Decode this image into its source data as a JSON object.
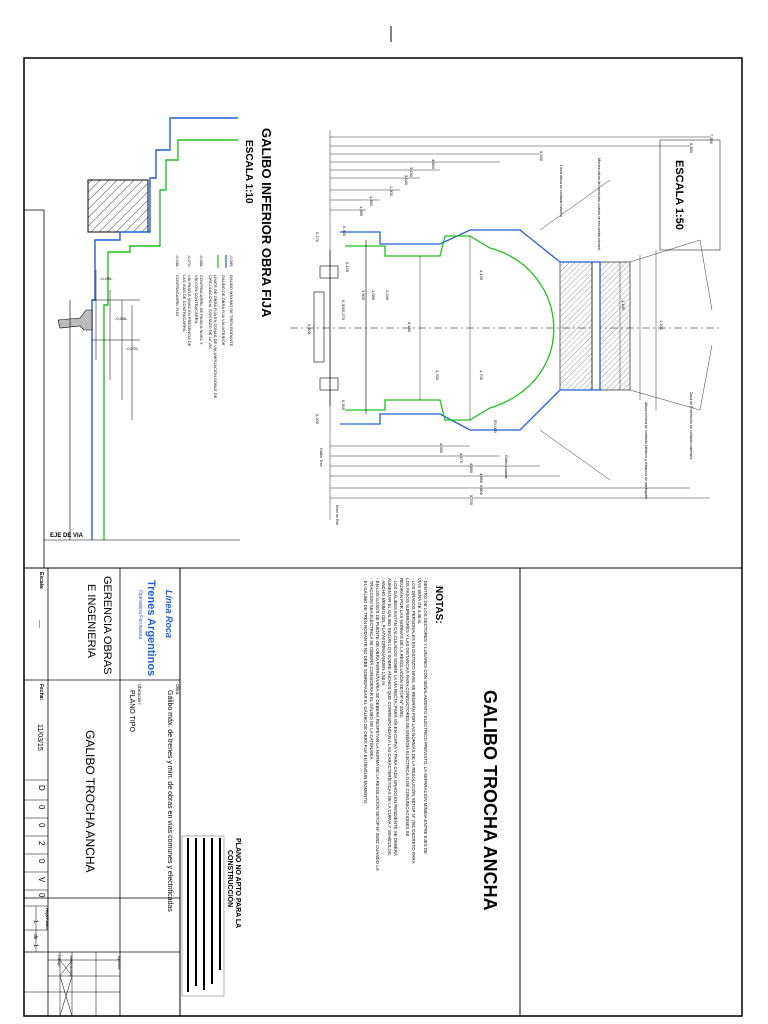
{
  "sheet": {
    "main_title": "GALIBO TROCHA ANCHA",
    "notes_title": "NOTAS:",
    "notes": [
      "- DENTRO DE LOS SECTORES Y LUGARES CON SEÑALAMIENTO ELÉCTRICO PREVISTO, LA SEPARACIÓN MÍNIMA ENTRE EJES DE",
      "  VÍAS SERÁ DE 4,30 m.",
      "- LOS GRADOS PERSONALES EN DISTINTO NIVEL SE REGIRÁN POR LAS NORMAS DE LA RESOLUCIÓN SETOP Nº 7/81 DECRETO PARA",
      "  LOS PASOS SUPERIORES Y LAS DISTANCIAS PARA CONDUCTORES DE ENERGÍA ELÉCTRICA O DE COMUNICACIONES SE",
      "  REGIRÁN POR LAS NORMAS DE LA RESOLUCIÓN SETOP Nº 25/92.",
      "- LOS GALIBOS ESTÁN CALCULADOS SOBRE LA VÍA RECTA; PARA VÍA EN CURVA Y PARA CADA GRADO EN PENDIENTE SE DEBERÁ",
      "  AUMENTAR EL GÁLIBO SEGÚN LOS SOBRE ANCHOS QUE CORRESPONDAN A LAS CARACTERÍSTICAS DE LA CURVA Y VEHÍCULOS.",
      "- ANCHO MÍNIMO DEL PLATAFORMA/ANDÉN 1,50 m.",
      "- EN LOS CASOS DE PUENTE DE OBRA FERROVIARIA SE DEBERÁ RESPETAR LA NORMA DE LA RESOLUCIÓN SETOP Nº 25/92 CUANDO LA",
      "- TRACCIÓN SEA ELÉCTRICA SE DEBERÁ CONSIDERAR EL GÁLIBO DE LA CATENARIA.",
      "- EL GÁLIBO DE TREN RODANTE NO DEBE SOBREPASAR EL GÁLIBO DE OBRA FIJA EN NINGÚN MOMENTO."
    ],
    "logo_line": "Línea Roca",
    "logo_brand": "Trenes Argentinos",
    "logo_sub": "Operadora Ferroviaria",
    "department_1": "GERENCIA OBRAS",
    "department_2": "E INGENIERIA",
    "obra_label": "Obra:",
    "obra_value": "Gálibo máx. de trenes y mín. de obras en vías comunes y electrificadas",
    "ubicacion_label": "Ubicación:",
    "ubicacion_value": "PLANO TIPO",
    "plan_title": "GALIBO TROCHA ANCHA",
    "warning_title_1": "PLANO NO APTO PARA LA",
    "warning_title_2": "CONSTRUCCIÓN",
    "escala_label": "Escala:",
    "escala_value": "----",
    "fecha_label": "Fecha:",
    "fecha_value": "11/03/15",
    "code_chars": [
      "D",
      "0",
      "0",
      "2",
      "0",
      "V",
      "0"
    ],
    "sheet_label": "Hoja/Plano:",
    "sheet_values": [
      "1",
      "de",
      "1"
    ],
    "rev_label_1": "Dibujó:",
    "rev_label_2": "Verificación:",
    "rev_label_3": "Aprobó:"
  },
  "left_detail": {
    "title": "GALIBO INFERIOR OBRA FIJA",
    "scale": "ESCALA 1:10",
    "track_axis": "EJE DE VIA",
    "legend": [
      {
        "code": "-0,095-",
        "text": "GALIBO MÁXIMO DE TREN RODANTE"
      },
      {
        "code": "",
        "text": "GALIBO DE OBRA FIJA VÍA INTERIOR"
      },
      {
        "code": "",
        "text": "LÍMITE DE OBRA FIJA EN ZONAS DE VÍA AMPLIACIÓN DOBLE DE"
      },
      {
        "code": "",
        "text": "CIRCULACIÓN AL COSTADO DE LA VÍA"
      },
      {
        "code": "-0,058-",
        "text": "CONTRACARRIL DE PASO A NIVEL Y"
      },
      {
        "code": "",
        "text": "VÍA CON CONTRACARRIL"
      },
      {
        "code": "-0,070-",
        "text": "VÍA PASO A NIVEL EN PRESENCIA DE"
      },
      {
        "code": "",
        "text": "LAS VÍAS DE CONTRACARRIL"
      },
      {
        "code": "-0,038-",
        "text": "CONTRACARRIL FIJO"
      }
    ]
  },
  "main_drawing": {
    "scale": "ESCALA 1:50",
    "dim_top": [
      "7,550",
      "6,650",
      "5,950",
      "4,850",
      "3,190",
      "3,040",
      "2,300",
      "1,350",
      "1,350"
    ],
    "dim_bottom": [
      "4,350",
      "4,470",
      "4,850",
      "4,850",
      "5,800",
      "5,700"
    ],
    "dim_side": [
      "0,170",
      "0,300",
      "0,125",
      "1,085",
      "0,300",
      "0,270",
      "1,600",
      "1,700",
      "1,245",
      "5,186",
      "4,135",
      "1,160",
      "1,700",
      "0,300",
      "1,100",
      "0,305",
      "0,300"
    ],
    "label_radius": "R1,000",
    "label_overhead": "Línea altura de contacto máximo",
    "label_live": "Zona de Prohibición de contacto catenaria",
    "label_min": "Mínima altura del conductor cuando se encuentra elevado",
    "label_pantograph": "Altura mínima de contacto eléctrico y distancia de pantógrafo",
    "label_gauge": "Gálibo rodante",
    "label_floor": "Nivel de Riel",
    "label_track": "Gálibo Tren"
  }
}
